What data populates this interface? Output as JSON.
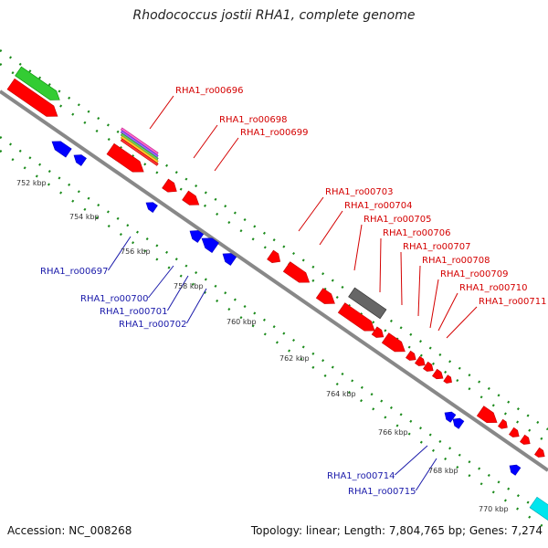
{
  "title": "Rhodococcus jostii RHA1, complete genome",
  "footer": {
    "accession": "Accession: NC_008268",
    "summary": "Topology: linear; Length: 7,804,765 bp; Genes: 7,274"
  },
  "colors": {
    "forward": "#ff0000",
    "reverse": "#0000ff",
    "backbone": "#888888",
    "ticks": "#1a8a1a",
    "gray_feature": "#666666",
    "green_feature": "#33cc33",
    "cyan_feature": "#00e5ee"
  },
  "ticks": [
    "752 kbp",
    "754 kbp",
    "756 kbp",
    "758 kbp",
    "760 kbp",
    "762 kbp",
    "764 kbp",
    "766 kbp",
    "768 kbp",
    "770 kbp"
  ],
  "forward_labels": [
    "RHA1_ro00696",
    "RHA1_ro00698",
    "RHA1_ro00699",
    "RHA1_ro00703",
    "RHA1_ro00704",
    "RHA1_ro00705",
    "RHA1_ro00706",
    "RHA1_ro00707",
    "RHA1_ro00708",
    "RHA1_ro00709",
    "RHA1_ro00710",
    "RHA1_ro00711"
  ],
  "reverse_labels": [
    "RHA1_ro00697",
    "RHA1_ro00700",
    "RHA1_ro00701",
    "RHA1_ro00702",
    "RHA1_ro00714",
    "RHA1_ro00715"
  ]
}
